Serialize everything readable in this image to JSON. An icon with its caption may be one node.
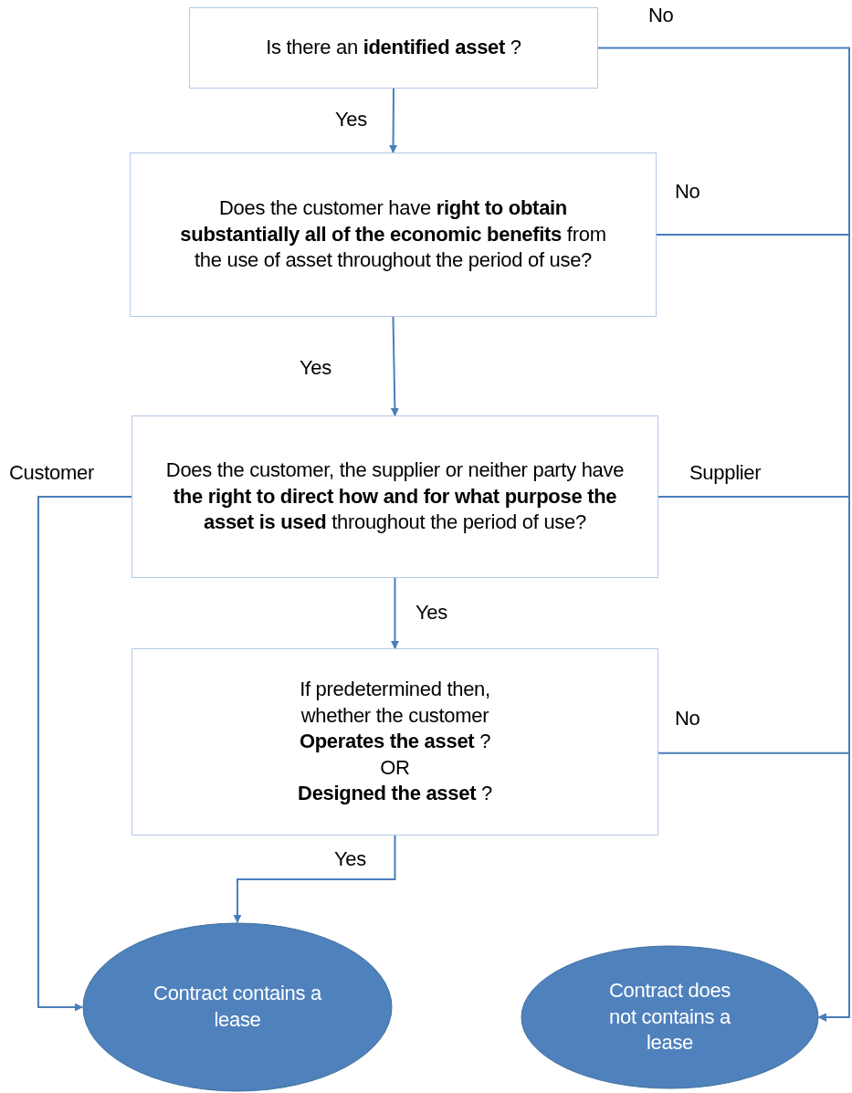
{
  "diagram": {
    "nodes": [
      {
        "text": [
          "Is there  an **identified asset** ?"
        ]
      },
      {
        "text": [
          "Does the customer have **right to obtain substantially all of the economic benefits** from the use of asset throughout the period of use?"
        ]
      },
      {
        "text": [
          "Does the customer, the supplier or neither party have **the right to direct how and for what purpose the asset is used** throughout the period of use?"
        ]
      },
      {
        "text": [
          "If predetermined then, whether the customer",
          "**Operates the asset** ?",
          "OR",
          "**Designed the asset** ?"
        ]
      },
      {
        "text": [
          "Contract contains a lease"
        ]
      },
      {
        "text": [
          "Contract does not contains a lease"
        ]
      }
    ],
    "edges": [
      {
        "from": 0,
        "to": 1,
        "arrow": "to",
        "label": "Yes"
      },
      {
        "from": 1,
        "to": 2,
        "arrow": "to",
        "label": "Yes"
      },
      {
        "from": 2,
        "to": 3,
        "arrow": "to",
        "label": "Yes"
      },
      {
        "from": 3,
        "to": 4,
        "arrow": "to",
        "label": "Yes"
      },
      {
        "from": 2,
        "to": 4,
        "arrow": "to",
        "label": "Customer"
      },
      {
        "from": 0,
        "to": 5,
        "arrow": "to",
        "label": "No"
      },
      {
        "from": 1,
        "to": 5,
        "arrow": "to",
        "label": "No"
      },
      {
        "from": 2,
        "to": 5,
        "arrow": "to",
        "label": "Supplier"
      },
      {
        "from": 3,
        "to": 5,
        "arrow": "to",
        "label": "No"
      }
    ]
  }
}
